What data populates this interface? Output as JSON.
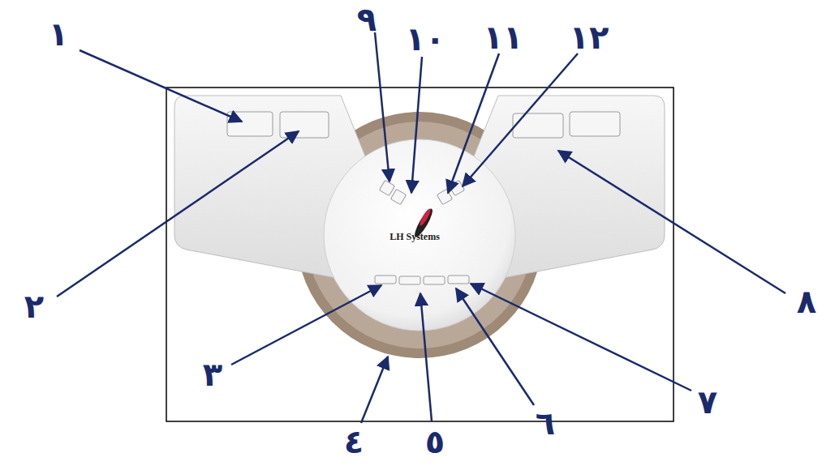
{
  "diagram": {
    "labels": [
      "١",
      "٢",
      "٣",
      "٤",
      "٥",
      "٦",
      "٧",
      "٨",
      "٩",
      "١٠",
      "١١",
      "١٢",
      "LH Systems"
    ]
  }
}
